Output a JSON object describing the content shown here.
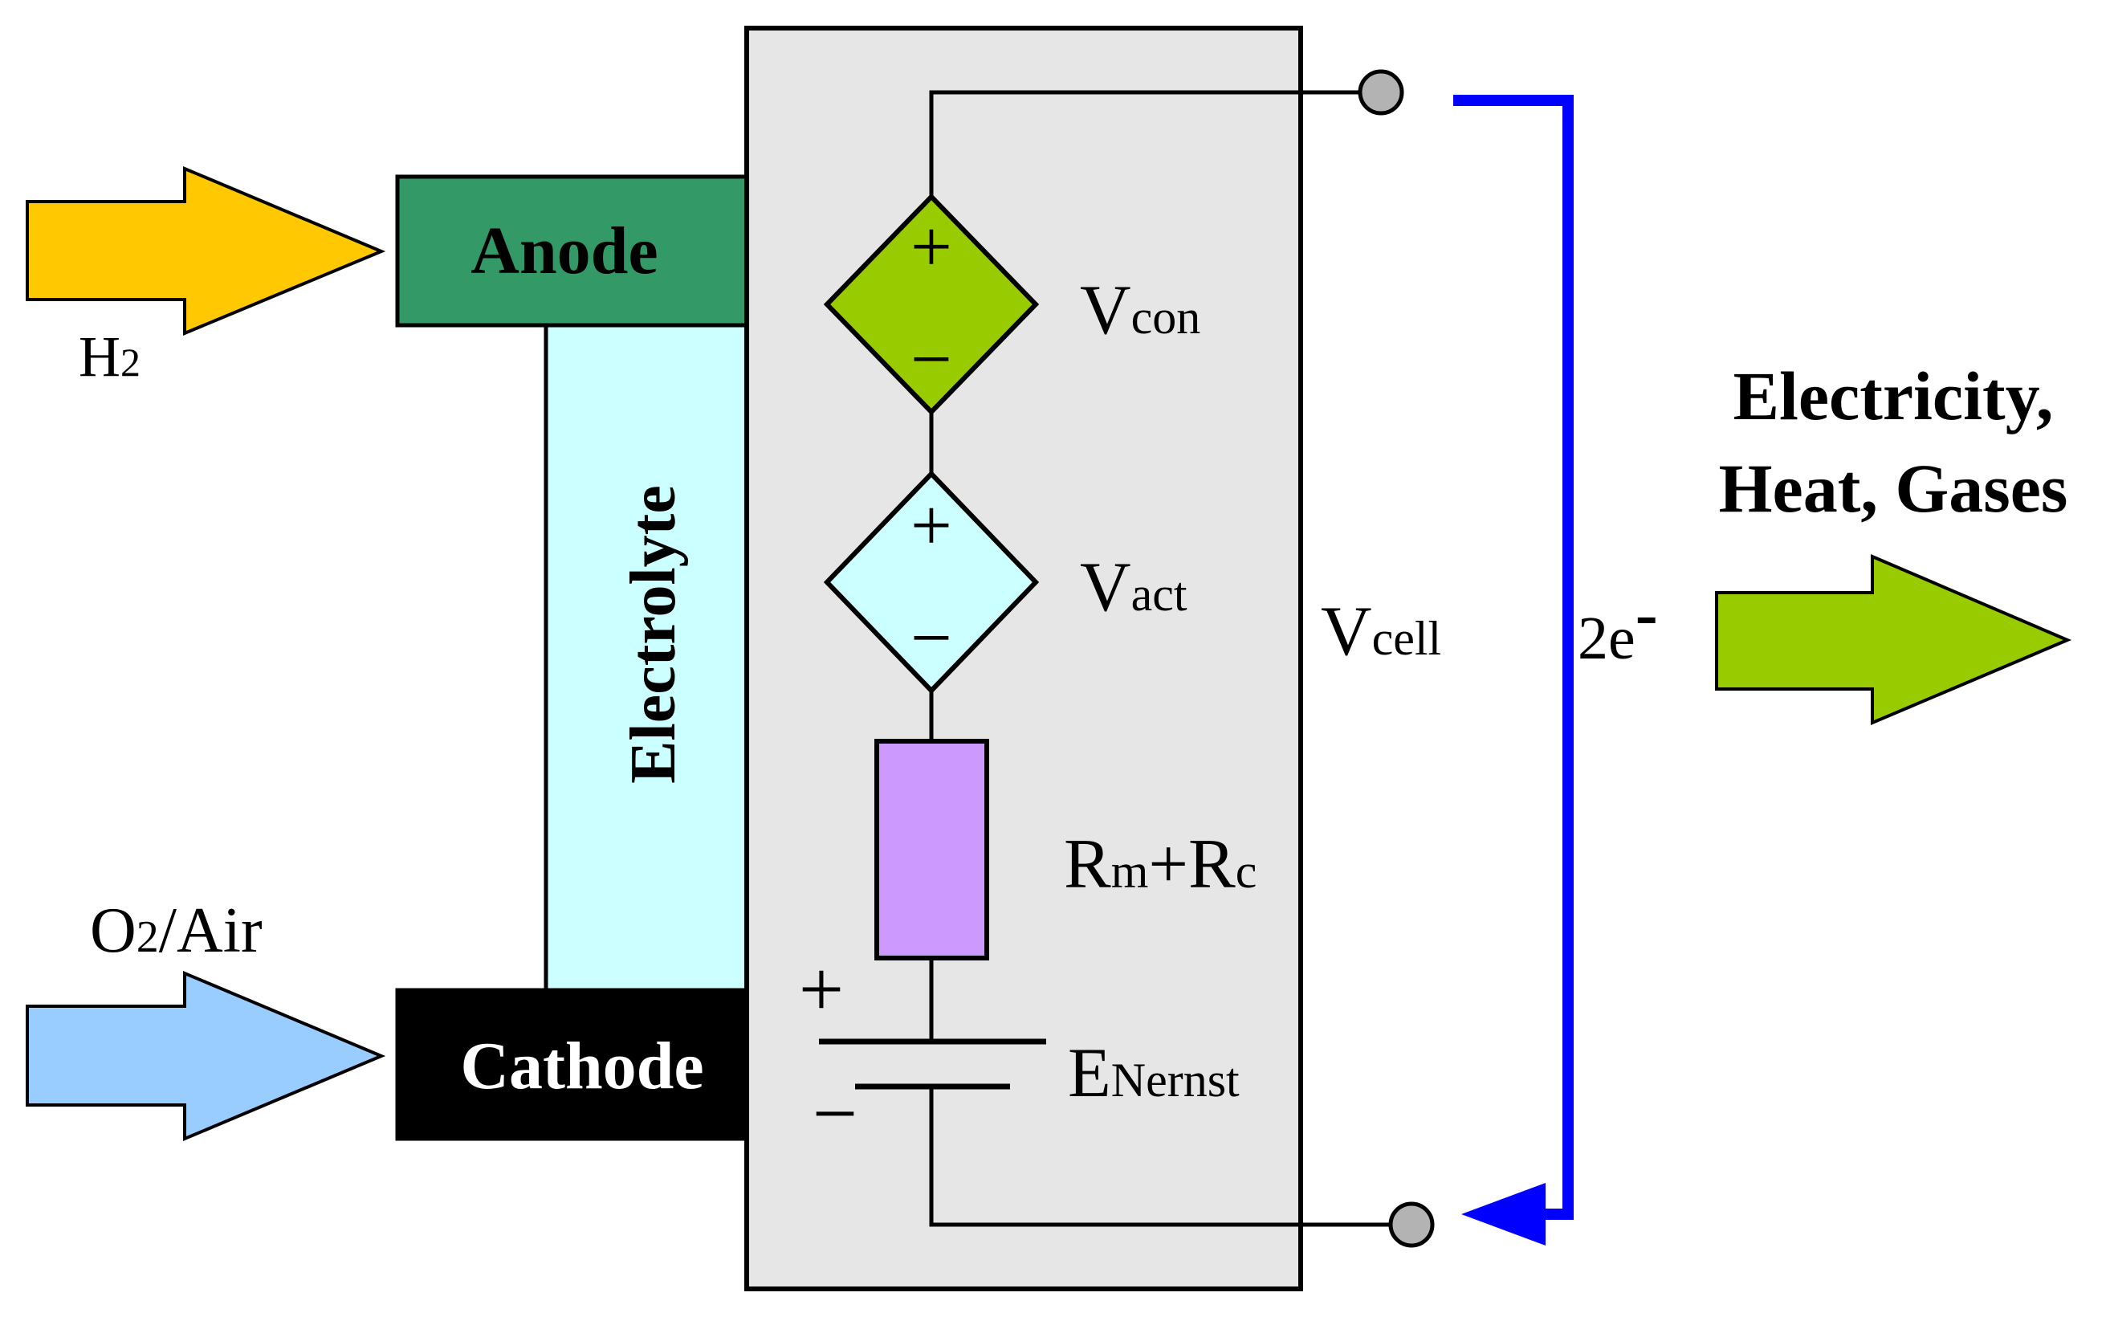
{
  "inputs": {
    "h2": {
      "main": "H",
      "sub": "2"
    },
    "o2": {
      "main": "O",
      "sub": "2",
      "rest": "/Air"
    }
  },
  "cell": {
    "anode": "Anode",
    "cathode": "Cathode",
    "electrolyte": "Electrolyte"
  },
  "circuit": {
    "vcon": {
      "main": "V",
      "sub": "con"
    },
    "vact": {
      "main": "V",
      "sub": "act"
    },
    "resistance": {
      "r1": "R",
      "s1": "m",
      "plus": "+",
      "r2": "R",
      "s2": "c"
    },
    "enernst": {
      "main": "E",
      "sub": "Nernst"
    },
    "vcell": {
      "main": "V",
      "sub": "cell"
    },
    "plus_sign": "+",
    "minus_sign": "−"
  },
  "electron_flow": {
    "main": "2e",
    "sup": "-"
  },
  "output": {
    "line1": "Electricity,",
    "line2": "Heat, Gases"
  },
  "colors": {
    "h2_arrow": "#FFC800",
    "o2_arrow": "#99CCFF",
    "output_arrow": "#99CC00",
    "anode": "#339966",
    "cathode": "#000000",
    "electrolyte": "#CCFFFF",
    "cell_box": "#E6E6E6",
    "vcon_source": "#99CC00",
    "vact_source": "#CCFFFF",
    "resistor": "#CC99FF",
    "terminal": "#B3B3B3",
    "electron_path": "#0000FF"
  }
}
